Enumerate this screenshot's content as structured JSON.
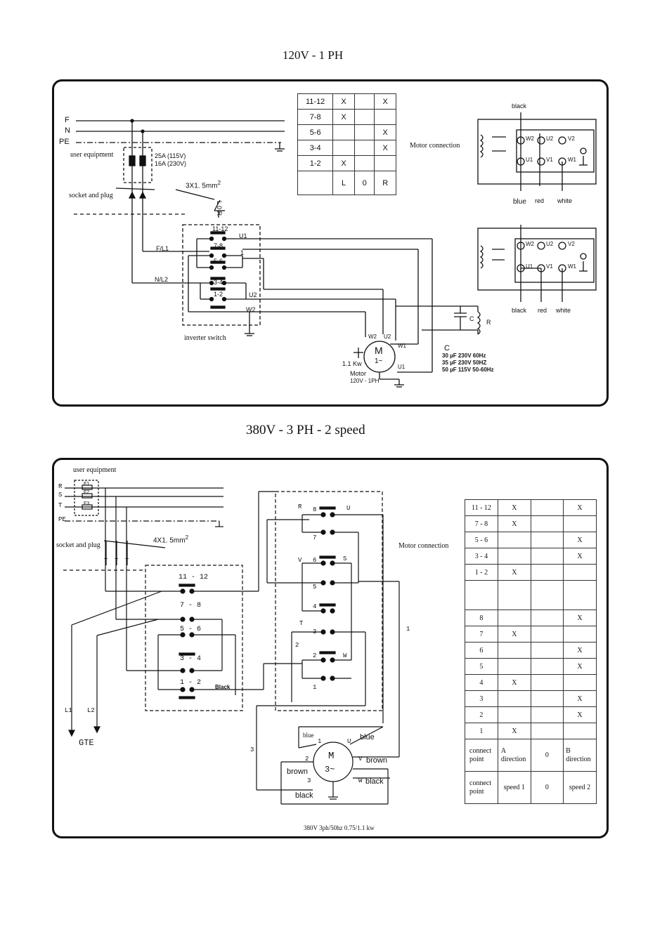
{
  "top": {
    "title": "120V  -  1  PH",
    "lines": [
      "F",
      "N",
      "PE"
    ],
    "user_equipment": "user equipment",
    "fuse_rating_1": "25A (115V)",
    "fuse_rating_2": "16A (230V)",
    "socket_and_plug": "socket and plug",
    "cable": "3X1. 5mm",
    "cable_sup": "2",
    "switch_label": "L 0 R",
    "fl1": "F/L1",
    "nl2": "N/L2",
    "switch_contacts": [
      "11-12",
      "7-8",
      "5-6",
      "3-4",
      "1-2"
    ],
    "terminal_u1": "U1",
    "terminal_1": "1",
    "terminal_u2": "U2",
    "terminal_w2": "W2",
    "inverter_switch": "inverter switch",
    "table": {
      "rows": [
        [
          "11-12",
          "X",
          "",
          "X"
        ],
        [
          "7-8",
          "X",
          "",
          ""
        ],
        [
          "5-6",
          "",
          "",
          "X"
        ],
        [
          "3-4",
          "",
          "",
          "X"
        ],
        [
          "1-2",
          "X",
          "",
          ""
        ],
        [
          "",
          "L",
          "0",
          "R"
        ]
      ]
    },
    "motor_connection": "Motor connection",
    "conn1": {
      "black": "black",
      "blue": "blue",
      "red": "red",
      "white": "white",
      "w2": "W2",
      "u2": "U2",
      "v2": "V2",
      "u1": "U1",
      "v1": "V1",
      "w1": "W1"
    },
    "conn2": {
      "black": "black",
      "red": "red",
      "white": "white",
      "w2": "W2",
      "u2": "U2",
      "v2": "V2",
      "u1": "U1",
      "v1": "V1",
      "w1": "W1"
    },
    "cap_c": "C",
    "res_r": "R",
    "motor": {
      "m": "M",
      "phase": "1~",
      "power": "1.1 Kw",
      "label": "Motor",
      "rating": "120V - 1PH",
      "w2": "W2",
      "u2": "U2",
      "w1": "W1",
      "u1": "U1"
    },
    "cap_spec": {
      "title": "C",
      "l1": "30 µF  230V  60Hz",
      "l2": "35 µF  230V  50HZ",
      "l3": "50 µF  115V  50-60Hz"
    }
  },
  "bottom": {
    "title": "380V -  3  PH  -  2  speed",
    "user_equipment": "user equipment",
    "lines": [
      "R",
      "S",
      "T",
      "PE"
    ],
    "fuses": [
      "F1",
      "F2",
      "F3"
    ],
    "socket_and_plug": "socket and plug",
    "cable": "4X1. 5mm",
    "cable_sup": "2",
    "plug_pins": [
      "T",
      "T",
      "T"
    ],
    "contacts_left": [
      "11 - 12",
      "7 - 8",
      "5 - 6",
      "3 - 4",
      "1 - 2"
    ],
    "black_label": "Black",
    "l1": "L1",
    "l2": "L2",
    "gte": "GTE",
    "contacts_right": [
      "8",
      "7",
      "6",
      "5",
      "4",
      "3",
      "2",
      "1"
    ],
    "right_side_labels": {
      "r": "R",
      "u": "U",
      "v": "V",
      "s": "S",
      "t": "T",
      "w": "W",
      "one": "1",
      "two": "2"
    },
    "motor_connection": "Motor connection",
    "wire_1": "1",
    "wire_3": "3",
    "motor": {
      "m": "M",
      "phase": "3~",
      "blue_small": "blue",
      "one": "1",
      "u": "U",
      "blue": "blue",
      "two": "2",
      "v": "V",
      "brown_l": "brown",
      "brown_r": "brown",
      "three": "3",
      "w": "W",
      "black_l": "black",
      "black_r": "black"
    },
    "table": {
      "rows": [
        [
          "11 - 12",
          "X",
          "",
          "X"
        ],
        [
          "7 - 8",
          "X",
          "",
          ""
        ],
        [
          "5 - 6",
          "",
          "",
          "X"
        ],
        [
          "3 - 4",
          "",
          "",
          "X"
        ],
        [
          "1 - 2",
          "X",
          "",
          ""
        ],
        [
          "",
          "",
          "",
          ""
        ],
        [
          "8",
          "",
          "",
          "X"
        ],
        [
          "7",
          "X",
          "",
          ""
        ],
        [
          "6",
          "",
          "",
          "X"
        ],
        [
          "5",
          "",
          "",
          "X"
        ],
        [
          "4",
          "X",
          "",
          ""
        ],
        [
          "3",
          "",
          "",
          "X"
        ],
        [
          "2",
          "",
          "",
          "X"
        ],
        [
          "1",
          "X",
          "",
          ""
        ]
      ],
      "connect_point_1": "connect point",
      "a_direction": "A direction",
      "zero_1": "0",
      "b_direction": "B direction",
      "connect_point_2": "connect point",
      "speed_1": "speed 1",
      "zero_2": "0",
      "speed_2": "speed 2"
    },
    "footer": "380V 3ph/50hz  0.75/1.1  kw"
  }
}
